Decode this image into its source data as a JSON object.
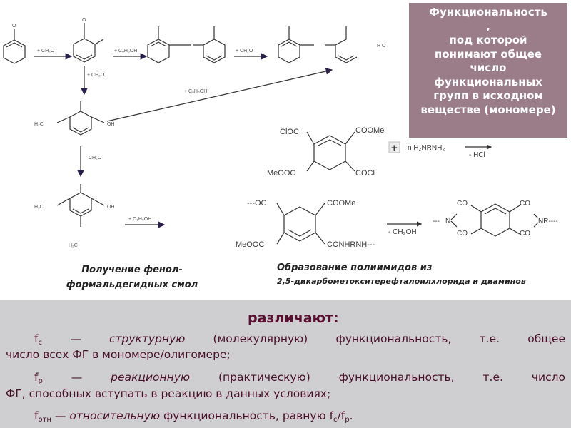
{
  "callout": {
    "lines": [
      "Функциональность",
      ",",
      "под которой",
      "понимают общее",
      "число",
      "функциональных",
      "групп в исходном",
      "веществе (мономере)"
    ]
  },
  "phenol_scheme": {
    "substituent": "O",
    "reagent_ch2o": "+ CH₂O",
    "reagent_ch2o_b": "+ CH₂O",
    "reagent_c6h5oh": "+ C₆H₅OH",
    "reagent_c6h5oh_b": "+ C₆H₅OH",
    "group_left": "H₂C",
    "group_right": "OH",
    "group_ch2o_small": "CH₂O",
    "label_end": "H O"
  },
  "polyimide_scheme": {
    "top_left": "ClOC",
    "top_right": "COOMe",
    "bottom_left": "MeOOC",
    "bottom_right": "COCl",
    "plus": "+",
    "reagent": "n H₂NRNH₂",
    "byproduct_hcl": "- HCl",
    "mid_top_left": "---OC",
    "mid_top_right": "COOMe",
    "mid_bottom_left": "MeOOC",
    "mid_bottom_right": "CONHRNH---",
    "byproduct_ch3oh": "- CH₃OH",
    "imide_co": "CO",
    "imide_n": "N",
    "imide_nr": "NR----",
    "imide_left": "---"
  },
  "captions": {
    "phenol_line1": "Получение фенол-",
    "phenol_line2": "формальдегидных смол",
    "polyimide_title": "Образование полиимидов из",
    "polyimide_sub": "2,5-дикарбометокситерефталоилхлорида и диаминов"
  },
  "definitions": {
    "heading": "различают:",
    "l1": {
      "f": "f",
      "sub": "c",
      "dash": "—",
      "em": "структурную",
      "rest": "(молекулярную) функциональность, т.е. общее"
    },
    "l2": "число всех ФГ в мономере/олигомере;",
    "l3": {
      "f": "f",
      "sub": "p",
      "dash": "—",
      "em": "реакционную",
      "rest": "(практическую) функциональность, т.е. число"
    },
    "l4": "ФГ, способных вступать в реакцию в данных условиях;",
    "l5": {
      "f": "f",
      "sub": "отн",
      "dash": "—",
      "em": "относительную",
      "rest": "функциональность, равную",
      "ratio_a": "f",
      "ratio_a_sub": "c",
      "slash": "/",
      "ratio_b": "f",
      "ratio_b_sub": "p",
      "end": "."
    }
  },
  "colors": {
    "callout_bg": "#9b7d8a",
    "defs_bg": "#cfcfd1",
    "defs_text": "#4a0f28",
    "arrow": "#2a1f4a"
  }
}
